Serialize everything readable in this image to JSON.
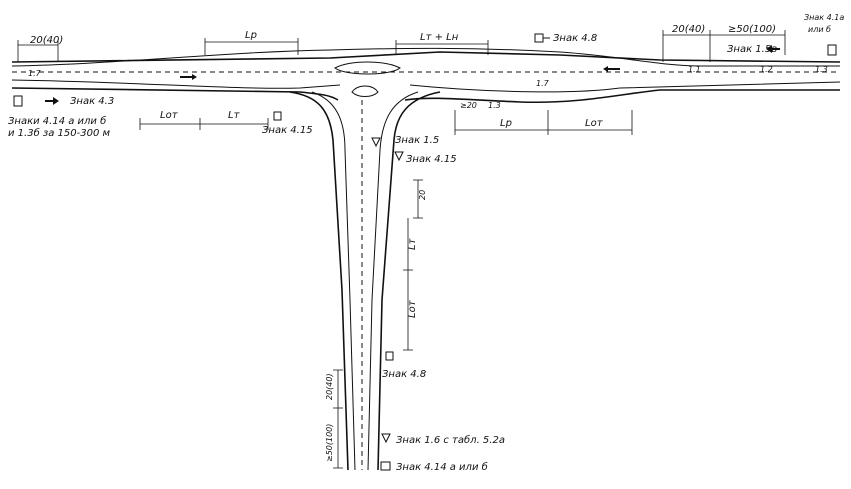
{
  "labels": {
    "dim_20_40_top_left": "20(40)",
    "L_p_top": "Lр",
    "L_t_plus_L_n": "Lт + Lн",
    "sign_4_8_top": "Знак 4.8",
    "dim_20_40_top_right": "20(40)",
    "dim_50_100_top_right": "≥50(100)",
    "sign_4_1a_or_b": "Знак 4.1а",
    "sign_4_1a_or_b_2": "или б",
    "sign_1_5_v": "Знак 1.5в",
    "lane_1_7_left": "1.7",
    "lane_1_1_right": "1.1",
    "lane_1_2_right": "1.2",
    "lane_1_3_right": "1.3",
    "lane_1_7_right": "1.7",
    "sign_4_3_left": "Знак 4.3",
    "signs_4_14_left": "Знаки 4.14 а или б",
    "signs_1_3b_left": "и 1.3б за 150-300 м",
    "L_ot_left": "Lот",
    "L_t_left": "Lт",
    "sign_4_15_left": "Знак 4.15",
    "dim_20_mid": "≥20",
    "lane_1_3_mid": "1.3",
    "L_p_right": "Lр",
    "L_ot_right": "Lот",
    "sign_1_5": "Знак 1.5",
    "sign_4_15_right": "Знак 4.15",
    "dim_20_vertical": "20",
    "L_t_vertical": "Lт",
    "L_ot_vertical": "Lот",
    "sign_4_8_bottom": "Знак 4.8",
    "dim_20_40_vertical": "20(40)",
    "dim_50_100_vertical": "≥50(100)",
    "sign_1_6_with_plate": "Знак 1.6 с табл. 5.2а",
    "signs_4_14_bottom": "Знак 4.14 а или б"
  }
}
